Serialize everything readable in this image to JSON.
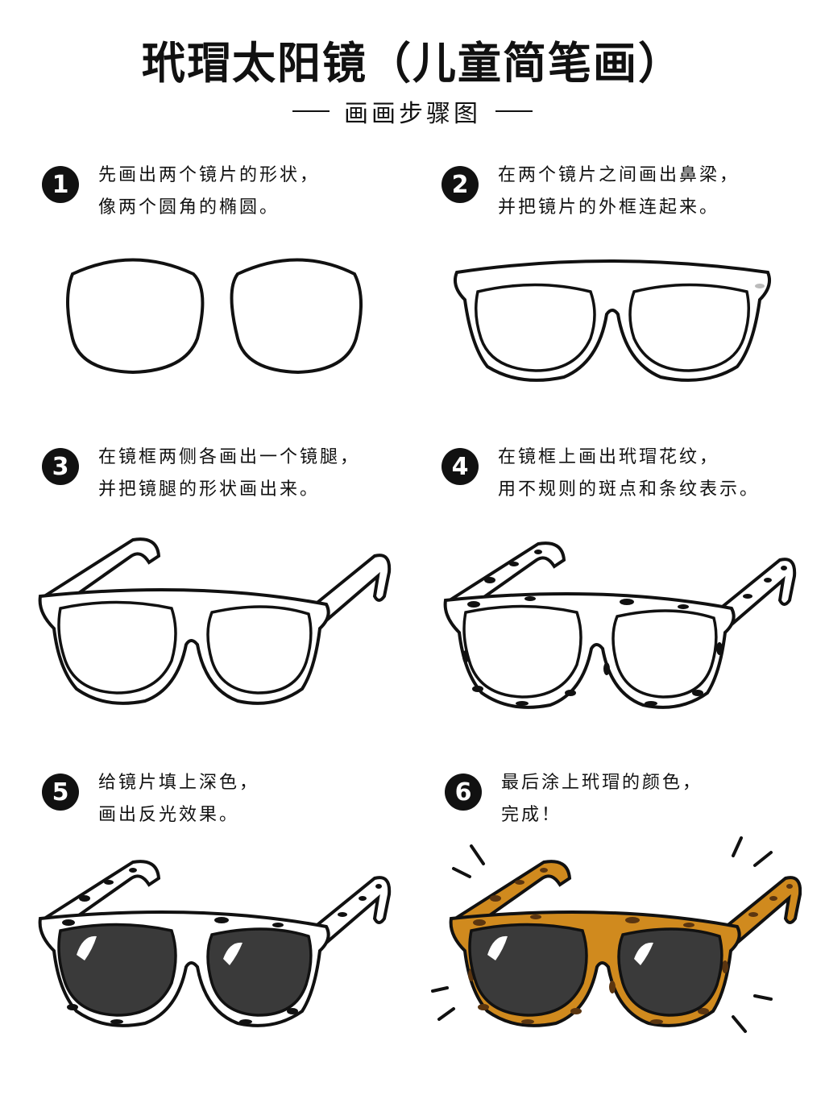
{
  "title": "玳瑁太阳镜（儿童简笔画）",
  "subtitle": "画画步骤图",
  "steps": [
    {
      "num": "1",
      "line1": "先画出两个镜片的形状，",
      "line2": "像两个圆角的椭圆。"
    },
    {
      "num": "2",
      "line1": "在两个镜片之间画出鼻梁，",
      "line2": "并把镜片的外框连起来。"
    },
    {
      "num": "3",
      "line1": "在镜框两侧各画出一个镜腿，",
      "line2": "并把镜腿的形状画出来。"
    },
    {
      "num": "4",
      "line1": "在镜框上画出玳瑁花纹，",
      "line2": "用不规则的斑点和条纹表示。"
    },
    {
      "num": "5",
      "line1": "给镜片填上深色，",
      "line2": "画出反光效果。"
    },
    {
      "num": "6",
      "line1": "最后涂上玳瑁的颜色，",
      "line2": "完成！"
    }
  ],
  "colors": {
    "outline": "#111111",
    "lens_dark": "#3a3a3a",
    "tortoise_base": "#d08a1e",
    "tortoise_spot": "#5a3510"
  }
}
